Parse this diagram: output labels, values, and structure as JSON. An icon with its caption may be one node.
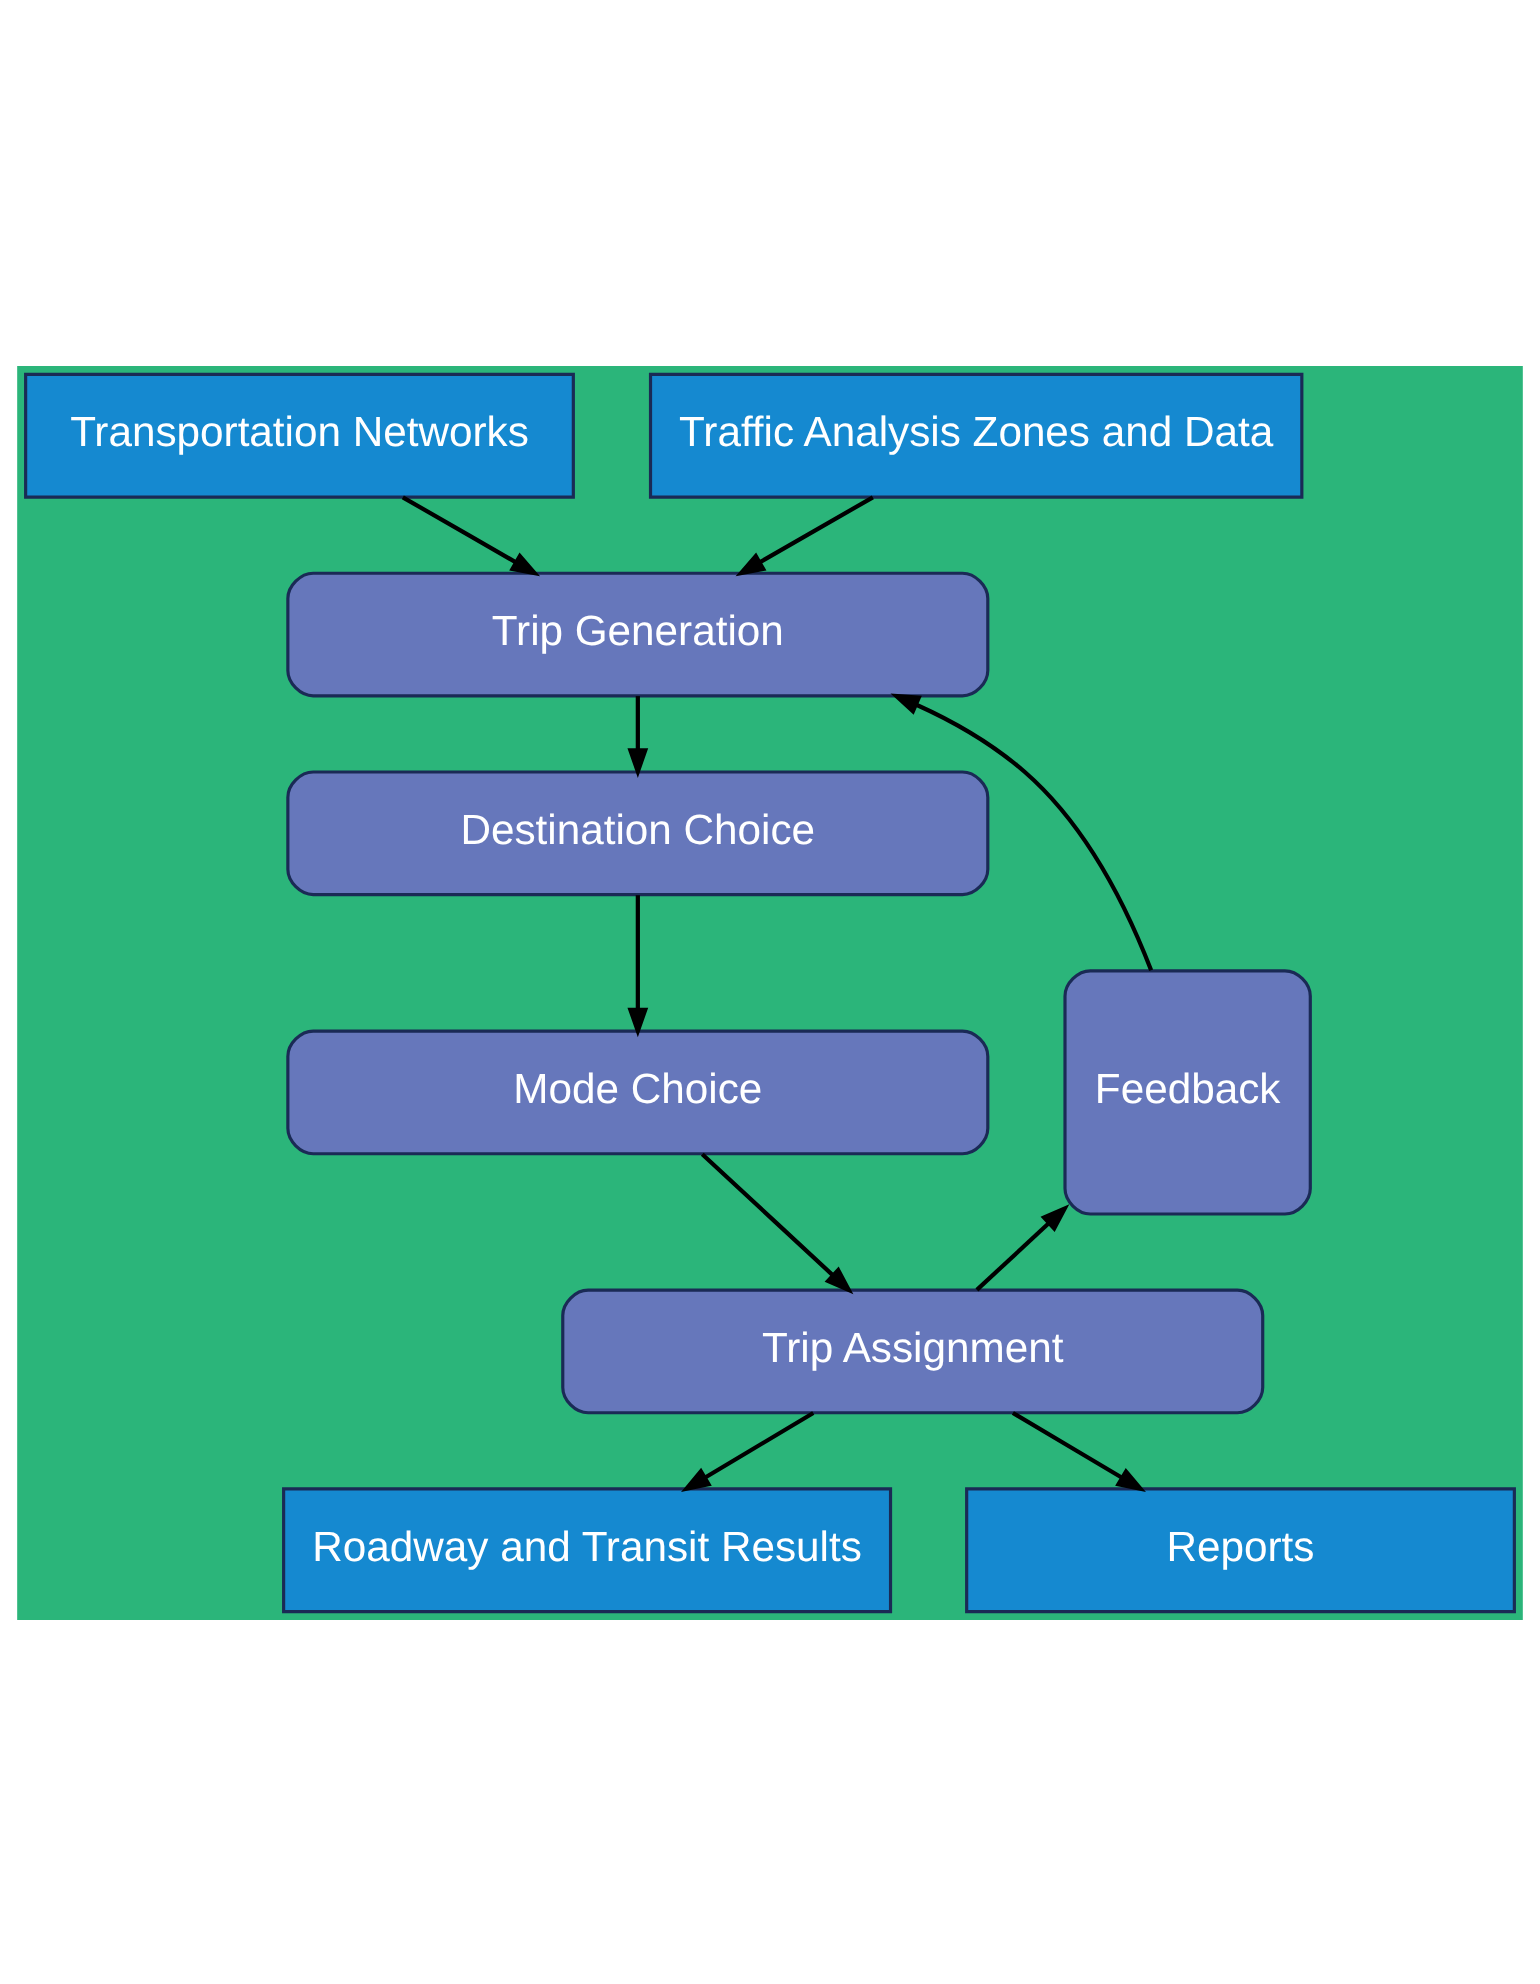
{
  "diagram": {
    "nodes": [
      {
        "text": [
          "Transportation Networks"
        ]
      },
      {
        "text": [
          "Traffic Analysis Zones and Data"
        ]
      },
      {
        "text": [
          "Trip Generation"
        ]
      },
      {
        "text": [
          "Destination Choice"
        ]
      },
      {
        "text": [
          "Mode Choice"
        ]
      },
      {
        "text": [
          "Trip Assignment"
        ]
      },
      {
        "text": [
          "Feedback"
        ]
      },
      {
        "text": [
          "Roadway and Transit Results"
        ]
      },
      {
        "text": [
          "Reports"
        ]
      }
    ],
    "edges": [
      {
        "from": 0,
        "to": 2,
        "arrow": "to"
      },
      {
        "from": 1,
        "to": 2,
        "arrow": "to"
      },
      {
        "from": 2,
        "to": 3,
        "arrow": "to"
      },
      {
        "from": 3,
        "to": 4,
        "arrow": "to"
      },
      {
        "from": 4,
        "to": 5,
        "arrow": "to"
      },
      {
        "from": 5,
        "to": 6,
        "arrow": "to"
      },
      {
        "from": 6,
        "to": 2,
        "arrow": "to"
      },
      {
        "from": 5,
        "to": 7,
        "arrow": "to"
      },
      {
        "from": 5,
        "to": 8,
        "arrow": "to"
      }
    ]
  }
}
